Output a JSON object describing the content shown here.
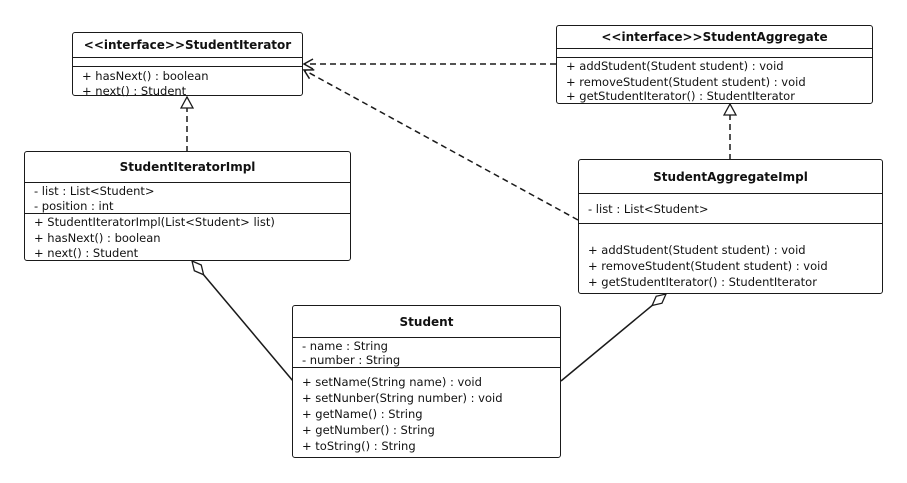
{
  "diagram": {
    "classes": {
      "student_iterator": {
        "name": "<<interface>>StudentIterator",
        "attributes": [],
        "methods": [
          "+ hasNext()   : boolean",
          "+ next() : Student"
        ]
      },
      "student_aggregate": {
        "name": "<<interface>>StudentAggregate",
        "attributes": [],
        "methods": [
          "+ addStudent(Student student) : void",
          "+ removeStudent(Student student) : void",
          "+ getStudentIterator() : StudentIterator"
        ]
      },
      "student_iterator_impl": {
        "name": "StudentIteratorImpl",
        "attributes": [
          "- list : List<Student>",
          "- position : int"
        ],
        "methods": [
          "+ StudentIteratorImpl(List<Student> list)",
          "+ hasNext()   : boolean",
          "+ next() : Student"
        ]
      },
      "student_aggregate_impl": {
        "name": "StudentAggregateImpl",
        "attributes": [
          "- list : List<Student>"
        ],
        "methods": [
          "+ addStudent(Student student) : void",
          "+ removeStudent(Student student) : void",
          "+ getStudentIterator() : StudentIterator"
        ]
      },
      "student": {
        "name": "Student",
        "attributes": [
          "- name : String",
          "- number : String"
        ],
        "methods": [
          "+ setName(String name) : void",
          "+ setNunber(String number) : void",
          "+ getName() : String",
          "+ getNumber() : String",
          "+ toString() : String"
        ]
      }
    },
    "relations": [
      {
        "from": "student_iterator_impl",
        "to": "student_iterator",
        "kind": "realization"
      },
      {
        "from": "student_aggregate_impl",
        "to": "student_aggregate",
        "kind": "realization"
      },
      {
        "from": "student_aggregate",
        "to": "student_iterator",
        "kind": "dependency"
      },
      {
        "from": "student_aggregate_impl",
        "to": "student_iterator",
        "kind": "dependency"
      },
      {
        "from": "student_iterator_impl",
        "to": "student",
        "kind": "aggregation"
      },
      {
        "from": "student_aggregate_impl",
        "to": "student",
        "kind": "aggregation"
      }
    ]
  }
}
